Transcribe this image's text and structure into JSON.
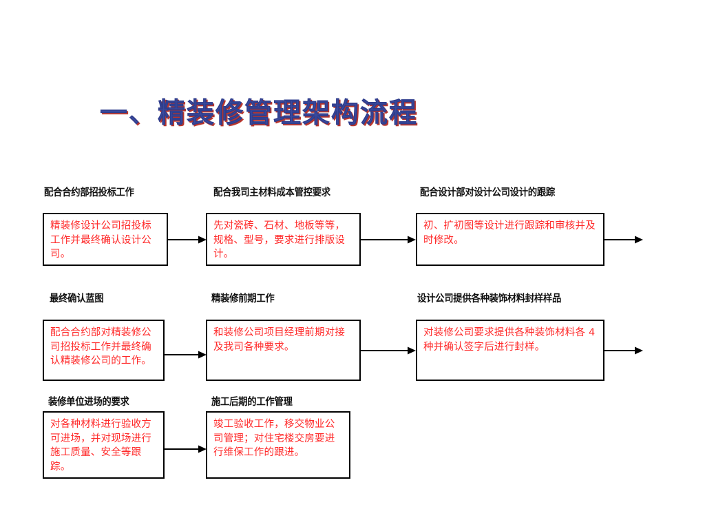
{
  "slide": {
    "title": "一、精装修管理架构流程",
    "title_color": "#3b4a9e",
    "shadow_color": "#b8352c",
    "box_text_color": "#ff2a2a",
    "label_color": "#111111",
    "background": "#ffffff"
  },
  "flow": {
    "rows": [
      {
        "row_name": "row-1",
        "nodes": [
          {
            "label": "配合合约部招投标工作",
            "text": "精装修设计公司招投标工作并最终确认设计公司。"
          },
          {
            "label": "配合我司主材料成本管控要求",
            "text": "先对瓷砖、石材、地板等等，规格、型号，要求进行排版设计。"
          },
          {
            "label": "配合设计部对设计公司设计的跟踪",
            "text": "初、扩初图等设计进行跟踪和审核并及时修改。"
          }
        ]
      },
      {
        "row_name": "row-2",
        "nodes": [
          {
            "label": "最终确认蓝图",
            "text": "配合合约部对精装修公司招投标工作并最终确认精装修公司的工作。"
          },
          {
            "label": "精装修前期工作",
            "text": "和装修公司项目经理前期对接及我司各种要求。"
          },
          {
            "label": "设计公司提供各种装饰材料封样样品",
            "text": "对装修公司要求提供各种装饰材料各 4 种并确认签字后进行封样。"
          }
        ]
      },
      {
        "row_name": "row-3",
        "nodes": [
          {
            "label": "装修单位进场的要求",
            "text": "对各种材料进行验收方可进场，并对现场进行施工质量、安全等跟踪。"
          },
          {
            "label": "施工后期的工作管理",
            "text": "竣工验收工作，移交物业公司管理；对住宅楼交房要进行维保工作的跟进。"
          }
        ]
      }
    ]
  }
}
